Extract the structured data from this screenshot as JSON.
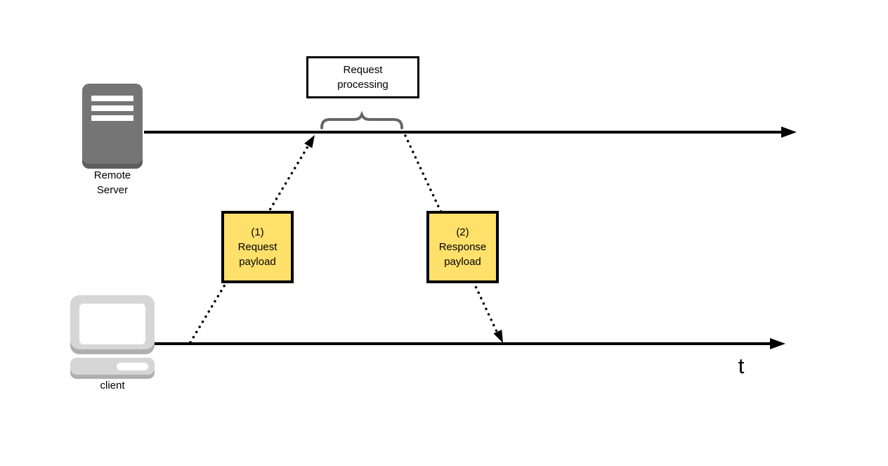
{
  "diagram": {
    "server": {
      "label": "Remote\nServer"
    },
    "client": {
      "label": "client"
    },
    "processing": {
      "label": "Request\nprocessing"
    },
    "request_payload": {
      "label": "(1)\nRequest\npayload"
    },
    "response_payload": {
      "label": "(2)\nResponse\npayload"
    },
    "time_axis_label": "t",
    "colors": {
      "line": "#000000",
      "brace": "#666666",
      "payload_fill": "#FFE06A",
      "payload_border": "#000000",
      "server_fill": "#757575",
      "server_shadow": "#5E5E5E",
      "client_fill": "#D6D6D6",
      "client_shadow": "#AFAFAF",
      "screen_fill": "#FFFFFF"
    }
  }
}
